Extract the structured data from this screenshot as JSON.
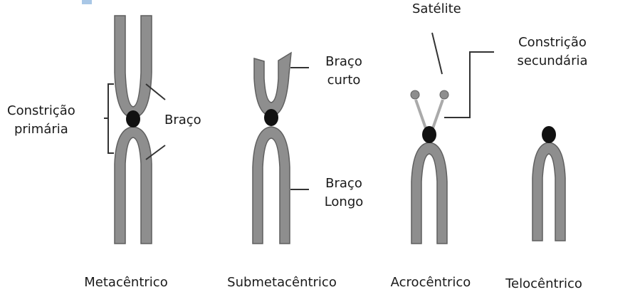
{
  "labels": {
    "primary_constriction": [
      "Constrição",
      "primária"
    ],
    "arm": "Braço",
    "short_arm": [
      "Braço",
      "curto"
    ],
    "long_arm": [
      "Braço",
      "Longo"
    ],
    "satellite": "Satélite",
    "secondary_constriction": [
      "Constrição",
      "secundária"
    ]
  },
  "chromosome_types": [
    "Metacêntrico",
    "Submetacêntrico",
    "Acrocêntrico",
    "Telocêntrico"
  ],
  "colors": {
    "chromatid_fill": "#8e8e8e",
    "chromatid_outline": "#5f5f5f",
    "centromere": "#111111",
    "leader_line": "#333333",
    "corner_tag": "#a9c7e6"
  }
}
